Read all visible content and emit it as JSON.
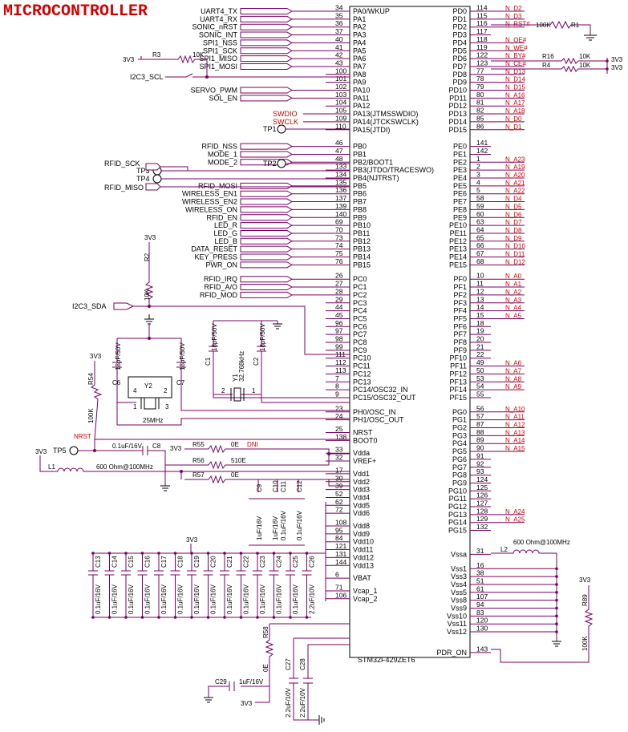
{
  "title": "MICROCONTROLLER",
  "chip": {
    "part": "STM32F429ZET6",
    "left_pins": [
      {
        "num": "34",
        "name": "PA0/WKUP",
        "net": "UART4_TX"
      },
      {
        "num": "35",
        "name": "PA1",
        "net": "UART4_RX"
      },
      {
        "num": "36",
        "name": "PA2",
        "net": "SONIC_nRST"
      },
      {
        "num": "37",
        "name": "PA3",
        "net": "SONIC_INT"
      },
      {
        "num": "40",
        "name": "PA4",
        "net": "SPI1_NSS"
      },
      {
        "num": "41",
        "name": "PA5",
        "net": "SPI1_SCK"
      },
      {
        "num": "42",
        "name": "PA6",
        "net": "SPI1_MISO"
      },
      {
        "num": "43",
        "name": "PA7",
        "net": "SPI1_MOSI"
      },
      {
        "num": "100",
        "name": "PA8",
        "net": ""
      },
      {
        "num": "101",
        "name": "PA9",
        "net": ""
      },
      {
        "num": "102",
        "name": "PA10",
        "net": "SERVO_PWM"
      },
      {
        "num": "103",
        "name": "PA11",
        "net": "SOL_EN"
      },
      {
        "num": "104",
        "name": "PA12",
        "net": ""
      },
      {
        "num": "105",
        "name": "PA13(JTMSSWDIO)",
        "net": "SWDIO"
      },
      {
        "num": "109",
        "name": "PA14(JTCKSWCLK)",
        "net": "SWCLK"
      },
      {
        "num": "110",
        "name": "PA15(JTDI)",
        "net": ""
      },
      {
        "num": "46",
        "name": "PB0",
        "net": "RFID_NSS"
      },
      {
        "num": "47",
        "name": "PB1",
        "net": "MODE_1"
      },
      {
        "num": "48",
        "name": "PB2/BOOT1",
        "net": "MODE_2"
      },
      {
        "num": "133",
        "name": "PB3(JTDO/TRACESWO)",
        "net": ""
      },
      {
        "num": "134",
        "name": "PB4(NJTRST)",
        "net": ""
      },
      {
        "num": "135",
        "name": "PB5",
        "net": "RFID_MOSI"
      },
      {
        "num": "136",
        "name": "PB6",
        "net": "WIRELESS_EN1"
      },
      {
        "num": "137",
        "name": "PB7",
        "net": "WIRELESS_EN2"
      },
      {
        "num": "139",
        "name": "PB8",
        "net": "WIRELESS_ON"
      },
      {
        "num": "140",
        "name": "PB9",
        "net": "RFID_EN"
      },
      {
        "num": "69",
        "name": "PB10",
        "net": "LED_R"
      },
      {
        "num": "70",
        "name": "PB11",
        "net": "LED_G"
      },
      {
        "num": "73",
        "name": "PB12",
        "net": "LED_B"
      },
      {
        "num": "74",
        "name": "PB13",
        "net": "DATA_RESET"
      },
      {
        "num": "75",
        "name": "PB14",
        "net": "KEY_PRESS"
      },
      {
        "num": "76",
        "name": "PB15",
        "net": "PWR_ON"
      },
      {
        "num": "26",
        "name": "PC0",
        "net": "RFID_IRQ"
      },
      {
        "num": "27",
        "name": "PC1",
        "net": "RFID_A/O"
      },
      {
        "num": "28",
        "name": "PC2",
        "net": "RFID_MOD"
      },
      {
        "num": "29",
        "name": "PC3",
        "net": ""
      },
      {
        "num": "44",
        "name": "PC4",
        "net": ""
      },
      {
        "num": "45",
        "name": "PC5",
        "net": ""
      },
      {
        "num": "96",
        "name": "PC6",
        "net": ""
      },
      {
        "num": "97",
        "name": "PC7",
        "net": ""
      },
      {
        "num": "98",
        "name": "PC8",
        "net": ""
      },
      {
        "num": "99",
        "name": "PC9",
        "net": ""
      },
      {
        "num": "111",
        "name": "PC10",
        "net": ""
      },
      {
        "num": "112",
        "name": "PC11",
        "net": ""
      },
      {
        "num": "113",
        "name": "PC12",
        "net": ""
      },
      {
        "num": "7",
        "name": "PC13",
        "net": ""
      },
      {
        "num": "8",
        "name": "PC14/OSC32_IN",
        "net": ""
      },
      {
        "num": "9",
        "name": "PC15/OSC32_OUT",
        "net": ""
      },
      {
        "num": "23",
        "name": "PH0/OSC_IN",
        "net": ""
      },
      {
        "num": "24",
        "name": "PH1/OSC_OUT",
        "net": ""
      },
      {
        "num": "25",
        "name": "NRST",
        "net": ""
      },
      {
        "num": "138",
        "name": "BOOT0",
        "net": ""
      },
      {
        "num": "33",
        "name": "Vdda",
        "net": ""
      },
      {
        "num": "32",
        "name": "VREF+",
        "net": ""
      },
      {
        "num": "17",
        "name": "Vdd1",
        "net": ""
      },
      {
        "num": "30",
        "name": "Vdd2",
        "net": ""
      },
      {
        "num": "39",
        "name": "Vdd3",
        "net": ""
      },
      {
        "num": "52",
        "name": "Vdd4",
        "net": ""
      },
      {
        "num": "62",
        "name": "Vdd5",
        "net": ""
      },
      {
        "num": "72",
        "name": "Vdd6",
        "net": ""
      },
      {
        "num": "108",
        "name": "Vdd8",
        "net": ""
      },
      {
        "num": "95",
        "name": "Vdd9",
        "net": ""
      },
      {
        "num": "84",
        "name": "Vdd10",
        "net": ""
      },
      {
        "num": "121",
        "name": "Vdd11",
        "net": ""
      },
      {
        "num": "131",
        "name": "Vdd12",
        "net": ""
      },
      {
        "num": "144",
        "name": "Vdd13",
        "net": ""
      },
      {
        "num": "6",
        "name": "VBAT",
        "net": ""
      },
      {
        "num": "71",
        "name": "Vcap_1",
        "net": ""
      },
      {
        "num": "106",
        "name": "Vcap_2",
        "net": ""
      }
    ],
    "right_pins": [
      {
        "num": "114",
        "name": "PD0",
        "net": "N_D2"
      },
      {
        "num": "115",
        "name": "PD1",
        "net": "N_D3"
      },
      {
        "num": "116",
        "name": "PD2",
        "net": "N_RST#"
      },
      {
        "num": "117",
        "name": "PD3",
        "net": ""
      },
      {
        "num": "118",
        "name": "PD4",
        "net": "N_OE#"
      },
      {
        "num": "119",
        "name": "PD5",
        "net": "N_WE#"
      },
      {
        "num": "122",
        "name": "PD6",
        "net": "N_BY#"
      },
      {
        "num": "123",
        "name": "PD7",
        "net": "N_CE#"
      },
      {
        "num": "77",
        "name": "PD8",
        "net": "N_D13"
      },
      {
        "num": "78",
        "name": "PD9",
        "net": "N_D14"
      },
      {
        "num": "79",
        "name": "PD10",
        "net": "N_D15"
      },
      {
        "num": "80",
        "name": "PD11",
        "net": "N_A16"
      },
      {
        "num": "81",
        "name": "PD12",
        "net": "N_A17"
      },
      {
        "num": "82",
        "name": "PD13",
        "net": "N_A18"
      },
      {
        "num": "85",
        "name": "PD14",
        "net": "N_D0"
      },
      {
        "num": "86",
        "name": "PD15",
        "net": "N_D1"
      },
      {
        "num": "141",
        "name": "PE0",
        "net": ""
      },
      {
        "num": "142",
        "name": "PE1",
        "net": ""
      },
      {
        "num": "1",
        "name": "PE2",
        "net": "N_A23"
      },
      {
        "num": "2",
        "name": "PE3",
        "net": "N_A19"
      },
      {
        "num": "3",
        "name": "PE4",
        "net": "N_A20"
      },
      {
        "num": "4",
        "name": "PE5",
        "net": "N_A21"
      },
      {
        "num": "5",
        "name": "PE6",
        "net": "N_A22"
      },
      {
        "num": "58",
        "name": "PE7",
        "net": "N_D4"
      },
      {
        "num": "59",
        "name": "PE8",
        "net": "N_D5"
      },
      {
        "num": "60",
        "name": "PE9",
        "net": "N_D6"
      },
      {
        "num": "63",
        "name": "PE10",
        "net": "N_D7"
      },
      {
        "num": "64",
        "name": "PE11",
        "net": "N_D8"
      },
      {
        "num": "65",
        "name": "PE12",
        "net": "N_D9"
      },
      {
        "num": "66",
        "name": "PE13",
        "net": "N_D10"
      },
      {
        "num": "67",
        "name": "PE14",
        "net": "N_D11"
      },
      {
        "num": "68",
        "name": "PE15",
        "net": "N_D12"
      },
      {
        "num": "10",
        "name": "PF0",
        "net": "N_A0"
      },
      {
        "num": "11",
        "name": "PF1",
        "net": "N_A1"
      },
      {
        "num": "12",
        "name": "PF2",
        "net": "N_A2"
      },
      {
        "num": "13",
        "name": "PF3",
        "net": "N_A3"
      },
      {
        "num": "14",
        "name": "PF4",
        "net": "N_A4"
      },
      {
        "num": "15",
        "name": "PF5",
        "net": "N_A5"
      },
      {
        "num": "18",
        "name": "PF6",
        "net": ""
      },
      {
        "num": "19",
        "name": "PF7",
        "net": ""
      },
      {
        "num": "20",
        "name": "PF8",
        "net": ""
      },
      {
        "num": "21",
        "name": "PF9",
        "net": ""
      },
      {
        "num": "22",
        "name": "PF10",
        "net": ""
      },
      {
        "num": "49",
        "name": "PF11",
        "net": "N_A6"
      },
      {
        "num": "50",
        "name": "PF12",
        "net": "N_A7"
      },
      {
        "num": "53",
        "name": "PF13",
        "net": "N_A8"
      },
      {
        "num": "54",
        "name": "PF14",
        "net": "N_A9"
      },
      {
        "num": "55",
        "name": "PF15",
        "net": ""
      },
      {
        "num": "56",
        "name": "PG0",
        "net": "N_A10"
      },
      {
        "num": "57",
        "name": "PG1",
        "net": "N_A11"
      },
      {
        "num": "87",
        "name": "PG2",
        "net": "N_A12"
      },
      {
        "num": "88",
        "name": "PG3",
        "net": "N_A13"
      },
      {
        "num": "89",
        "name": "PG4",
        "net": "N_A14"
      },
      {
        "num": "90",
        "name": "PG5",
        "net": "N_A15"
      },
      {
        "num": "91",
        "name": "PG6",
        "net": ""
      },
      {
        "num": "92",
        "name": "PG7",
        "net": ""
      },
      {
        "num": "93",
        "name": "PG8",
        "net": ""
      },
      {
        "num": "124",
        "name": "PG9",
        "net": ""
      },
      {
        "num": "125",
        "name": "PG10",
        "net": ""
      },
      {
        "num": "126",
        "name": "PG11",
        "net": ""
      },
      {
        "num": "127",
        "name": "PG12",
        "net": ""
      },
      {
        "num": "128",
        "name": "PG13",
        "net": "N_A24"
      },
      {
        "num": "129",
        "name": "PG14",
        "net": "N_A25"
      },
      {
        "num": "132",
        "name": "PG15",
        "net": ""
      },
      {
        "num": "31",
        "name": "Vssa",
        "net": ""
      },
      {
        "num": "16",
        "name": "Vss1",
        "net": ""
      },
      {
        "num": "38",
        "name": "Vss3",
        "net": ""
      },
      {
        "num": "51",
        "name": "Vss4",
        "net": ""
      },
      {
        "num": "61",
        "name": "Vss5",
        "net": ""
      },
      {
        "num": "107",
        "name": "Vss8",
        "net": ""
      },
      {
        "num": "94",
        "name": "Vss9",
        "net": ""
      },
      {
        "num": "83",
        "name": "Vss10",
        "net": ""
      },
      {
        "num": "120",
        "name": "Vss11",
        "net": ""
      },
      {
        "num": "130",
        "name": "Vss12",
        "net": ""
      },
      {
        "num": "143",
        "name": "PDR_ON",
        "net": ""
      }
    ]
  },
  "labels": {
    "r1": "R1",
    "r1_val": "100K",
    "r16": "R16",
    "r16_val": "10K",
    "r4": "R4",
    "r4_val": "10K",
    "v3v3": "3V3",
    "r3": "R3",
    "r3_val": "10K",
    "i2c3_scl": "I2C3_SCL",
    "i2c3_sda": "I2C3_SDA",
    "tp1": "TP1",
    "tp2": "TP2",
    "tp3": "TP3",
    "tp4": "TP4",
    "tp5": "TP5",
    "rfid_sck": "RFID_SCK",
    "rfid_miso": "RFID_MISO",
    "r2": "R2",
    "r2_val": "10K",
    "c6": "C6",
    "c6_val": "18pF/50V",
    "c7": "C7",
    "c7_val": "18pF/50V",
    "y2": "Y2",
    "y2_freq": "25MHz",
    "pin4": "4",
    "pin2": "2",
    "pin1": "1",
    "pin3": "3",
    "c1": "C1",
    "c1_val": "18pF/50V",
    "c2": "C2",
    "c2_val": "18pF/50V",
    "y1": "Y1",
    "y1_freq": "32.768kHz",
    "y1_p2": "2",
    "y1_p1": "1",
    "r54": "R54",
    "r54_val": "100K",
    "nrst": "NRST",
    "c8_val": "0.1uF/16V",
    "c8": "C8",
    "r55": "R55",
    "r55_val": "0E",
    "dni": "DNI",
    "r56": "R56",
    "r56_val": "510E",
    "r57": "R57",
    "r57_val": "0E",
    "l1": "L1",
    "l1_val": "600 Ohm@100MHz",
    "l2": "L2",
    "l2_val": "600 Ohm@100MHz",
    "c9": "C9",
    "c10": "C10",
    "c11": "C11",
    "c12": "C12",
    "cap01": "0.1uF/16V",
    "cap1u": "1uF/16V",
    "c13": "C13",
    "c14": "C14",
    "c15": "C15",
    "c16": "C16",
    "c17": "C17",
    "c18": "C18",
    "c19": "C19",
    "c20": "C20",
    "c21": "C21",
    "c22": "C22",
    "c23": "C23",
    "c24": "C24",
    "c25": "C25",
    "c26": "C26",
    "c26_val": "2.2uF/10V",
    "r58": "R58",
    "r58_val": "0E",
    "c29": "C29",
    "c29_val": "1uF/16V",
    "c27": "C27",
    "c28": "C28",
    "c27_val": "2.2uF/10V",
    "c28_val": "2.2uF/10V",
    "r89": "R89",
    "r89_val": "100K"
  }
}
